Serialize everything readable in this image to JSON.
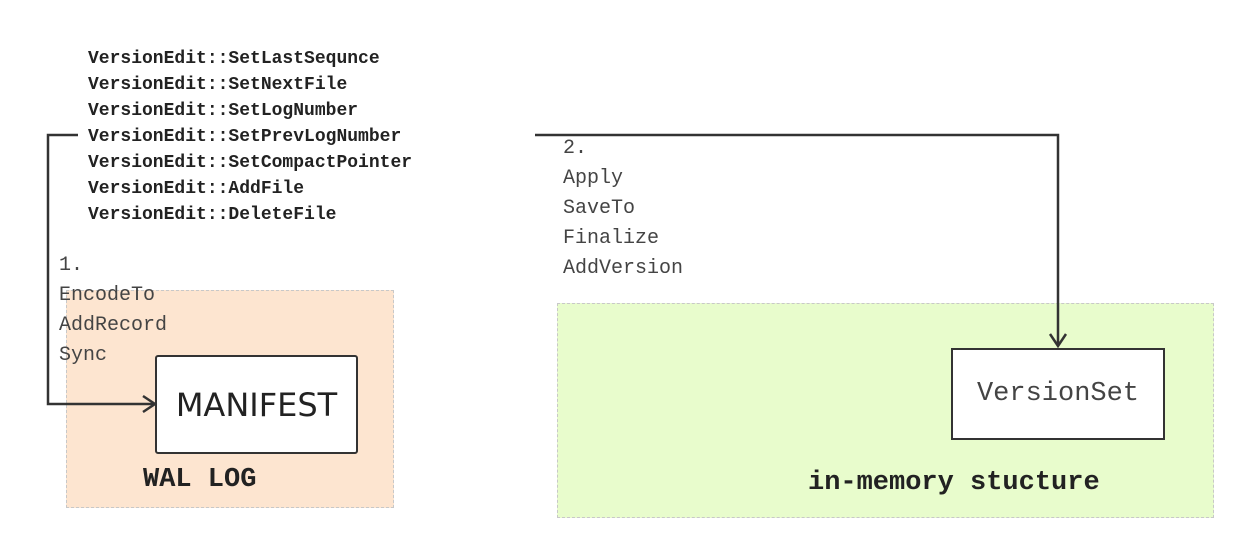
{
  "methods": [
    "VersionEdit::SetLastSequnce",
    "VersionEdit::SetNextFile",
    "VersionEdit::SetLogNumber",
    "VersionEdit::SetPrevLogNumber",
    "VersionEdit::SetCompactPointer",
    "VersionEdit::AddFile",
    "VersionEdit::DeleteFile"
  ],
  "step1": {
    "number": "1.",
    "actions": [
      "EncodeTo",
      "AddRecord",
      "Sync"
    ]
  },
  "step2": {
    "number": "2.",
    "actions": [
      "Apply",
      "SaveTo",
      "Finalize",
      "AddVersion"
    ]
  },
  "manifest": {
    "label": "MANIFEST"
  },
  "version_set": {
    "label": "VersionSet"
  },
  "wal_region": {
    "label": "WAL LOG",
    "color": "#fde5d0"
  },
  "memory_region": {
    "label": "in-memory stucture",
    "color": "#e8fccc"
  }
}
